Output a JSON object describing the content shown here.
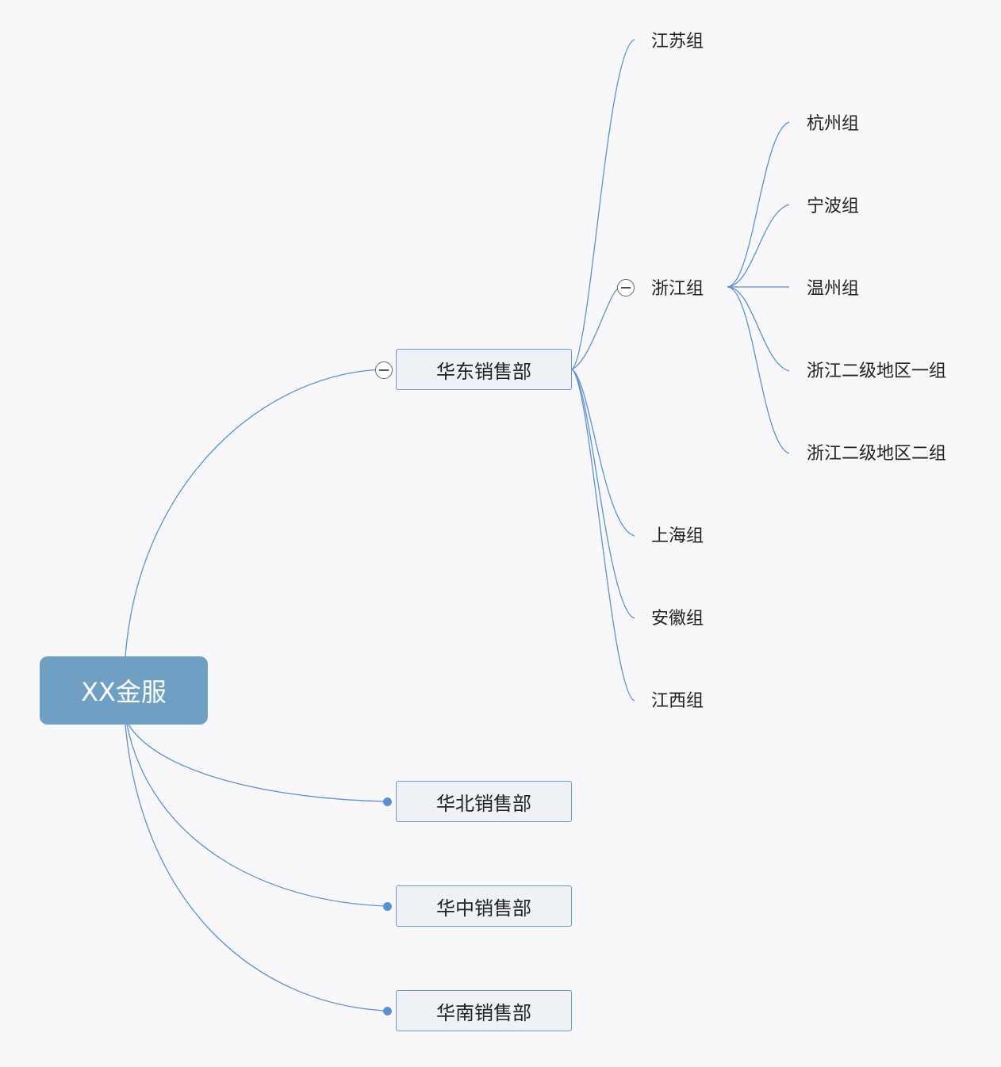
{
  "root": {
    "label": "XX金服"
  },
  "departments": [
    {
      "label": "华东销售部",
      "state": "expanded"
    },
    {
      "label": "华北销售部",
      "state": "collapsed"
    },
    {
      "label": "华中销售部",
      "state": "collapsed"
    },
    {
      "label": "华南销售部",
      "state": "collapsed"
    }
  ],
  "east_groups": [
    {
      "label": "江苏组"
    },
    {
      "label": "浙江组",
      "state": "expanded"
    },
    {
      "label": "上海组"
    },
    {
      "label": "安徽组"
    },
    {
      "label": "江西组"
    }
  ],
  "zhejiang_groups": [
    {
      "label": "杭州组"
    },
    {
      "label": "宁波组"
    },
    {
      "label": "温州组"
    },
    {
      "label": "浙江二级地区一组"
    },
    {
      "label": "浙江二级地区二组"
    }
  ],
  "colors": {
    "connector": "#5b92cd",
    "root_fill": "#6f9fc3",
    "dept_fill": "#eef1f6",
    "dept_border": "#6d98c2",
    "background": "#f8f8fa"
  }
}
